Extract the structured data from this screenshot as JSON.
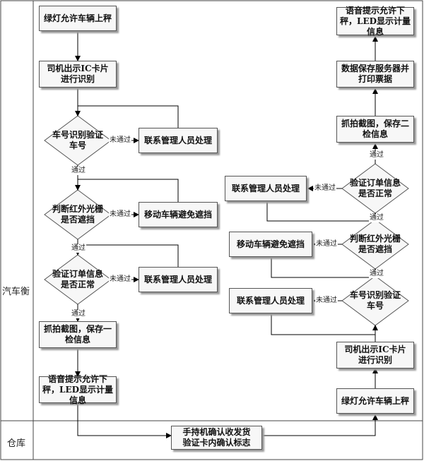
{
  "lanes": {
    "truck_scale": "汽车衡",
    "warehouse": "仓库"
  },
  "left_flow": {
    "green_light": "绿灯允许车辆上秤",
    "driver_ic": "司机出示IC卡片\n进行识别",
    "plate_verify": "车号识别验证\n车号",
    "contact_staff_1": "联系管理人员处理",
    "infrared_check": "判断红外光栅\n是否遮挡",
    "move_vehicle": "移动车辆避免遮挡",
    "order_verify": "验证订单信息\n是否正常",
    "contact_staff_2": "联系管理人员处理",
    "capture_save": "抓拍截图，保存一\n检信息",
    "voice_prompt": "语音提示允许下\n秤，LED显示计量\n信息"
  },
  "warehouse_step": {
    "handheld_confirm": "手持机确认收发货\n验证卡内确认标志"
  },
  "right_flow": {
    "voice_prompt": "语音提示允许下\n秤，LED显示计量\n信息",
    "save_print": "数据保存服务器并\n打印票据",
    "capture_save": "抓拍截图，保存二\n检信息",
    "order_verify": "验证订单信息\n是否正常",
    "contact_staff_1": "联系管理人员处理",
    "infrared_check": "判断红外光栅\n是否遮挡",
    "move_vehicle": "移动车辆避免遮挡",
    "plate_verify": "车号识别验证\n车号",
    "contact_staff_2": "联系管理人员处理",
    "driver_ic": "司机出示IC卡片\n进行识别",
    "green_light": "绿灯允许车辆上秤"
  },
  "edge_labels": {
    "pass": "通过",
    "fail": "未通过"
  }
}
